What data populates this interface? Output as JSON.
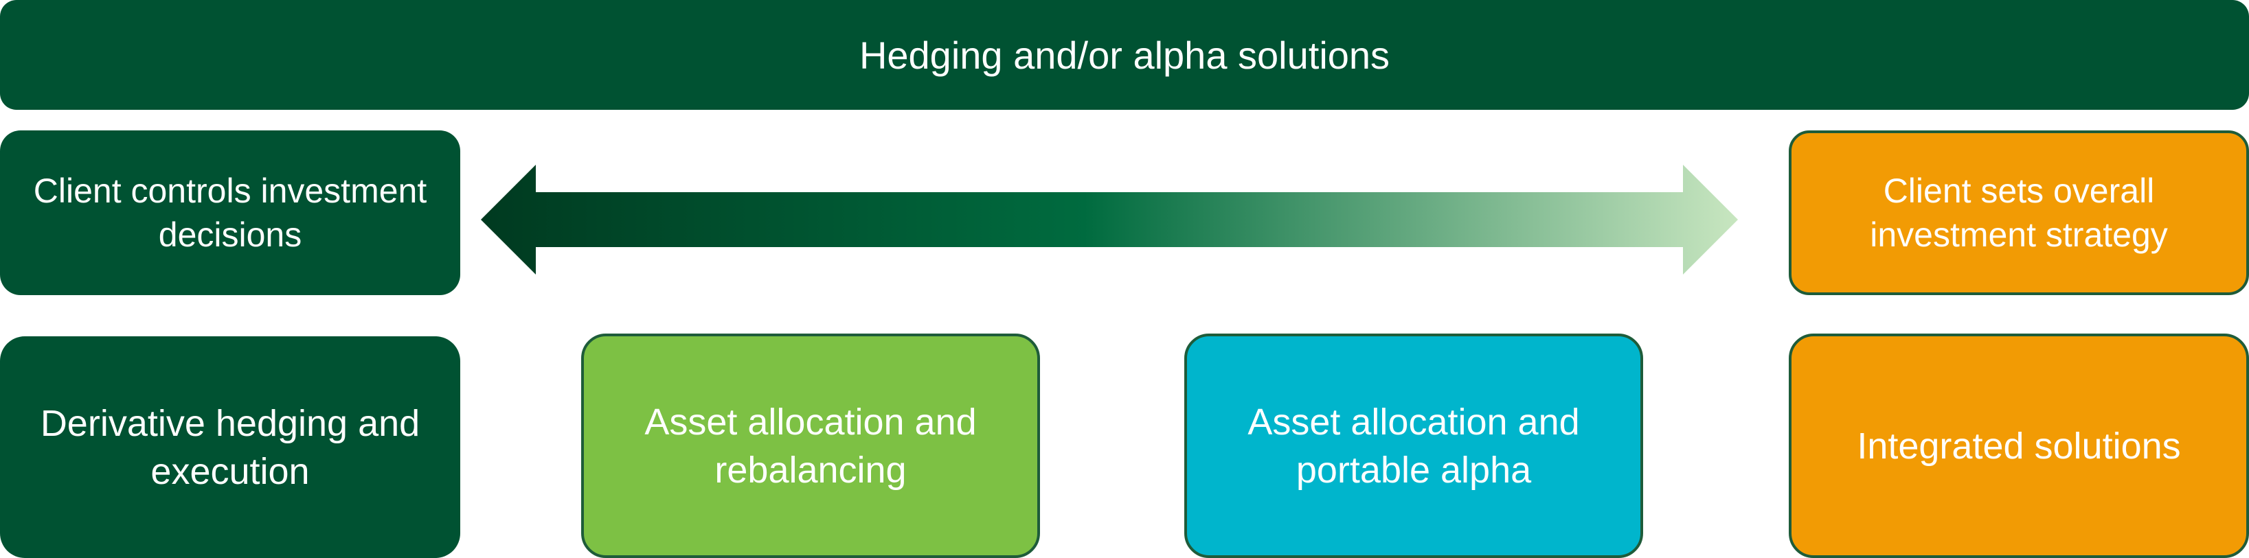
{
  "colors": {
    "dark_green": "#005232",
    "orange": "#F29B04",
    "lime_green": "#7DC144",
    "teal": "#00B5CC",
    "arrow_gradient": [
      "#003A20",
      "#006B3F",
      "#C8E6C0"
    ]
  },
  "header": {
    "title": "Hedging and/or alpha solutions"
  },
  "spectrum": {
    "left_label": "Client controls investment decisions",
    "right_label": "Client sets overall investment strategy",
    "arrow": "double-headed-arrow"
  },
  "categories": [
    {
      "label": "Derivative hedging and execution"
    },
    {
      "label": "Asset allocation and rebalancing"
    },
    {
      "label": "Asset allocation and portable alpha"
    },
    {
      "label": "Integrated solutions"
    }
  ]
}
